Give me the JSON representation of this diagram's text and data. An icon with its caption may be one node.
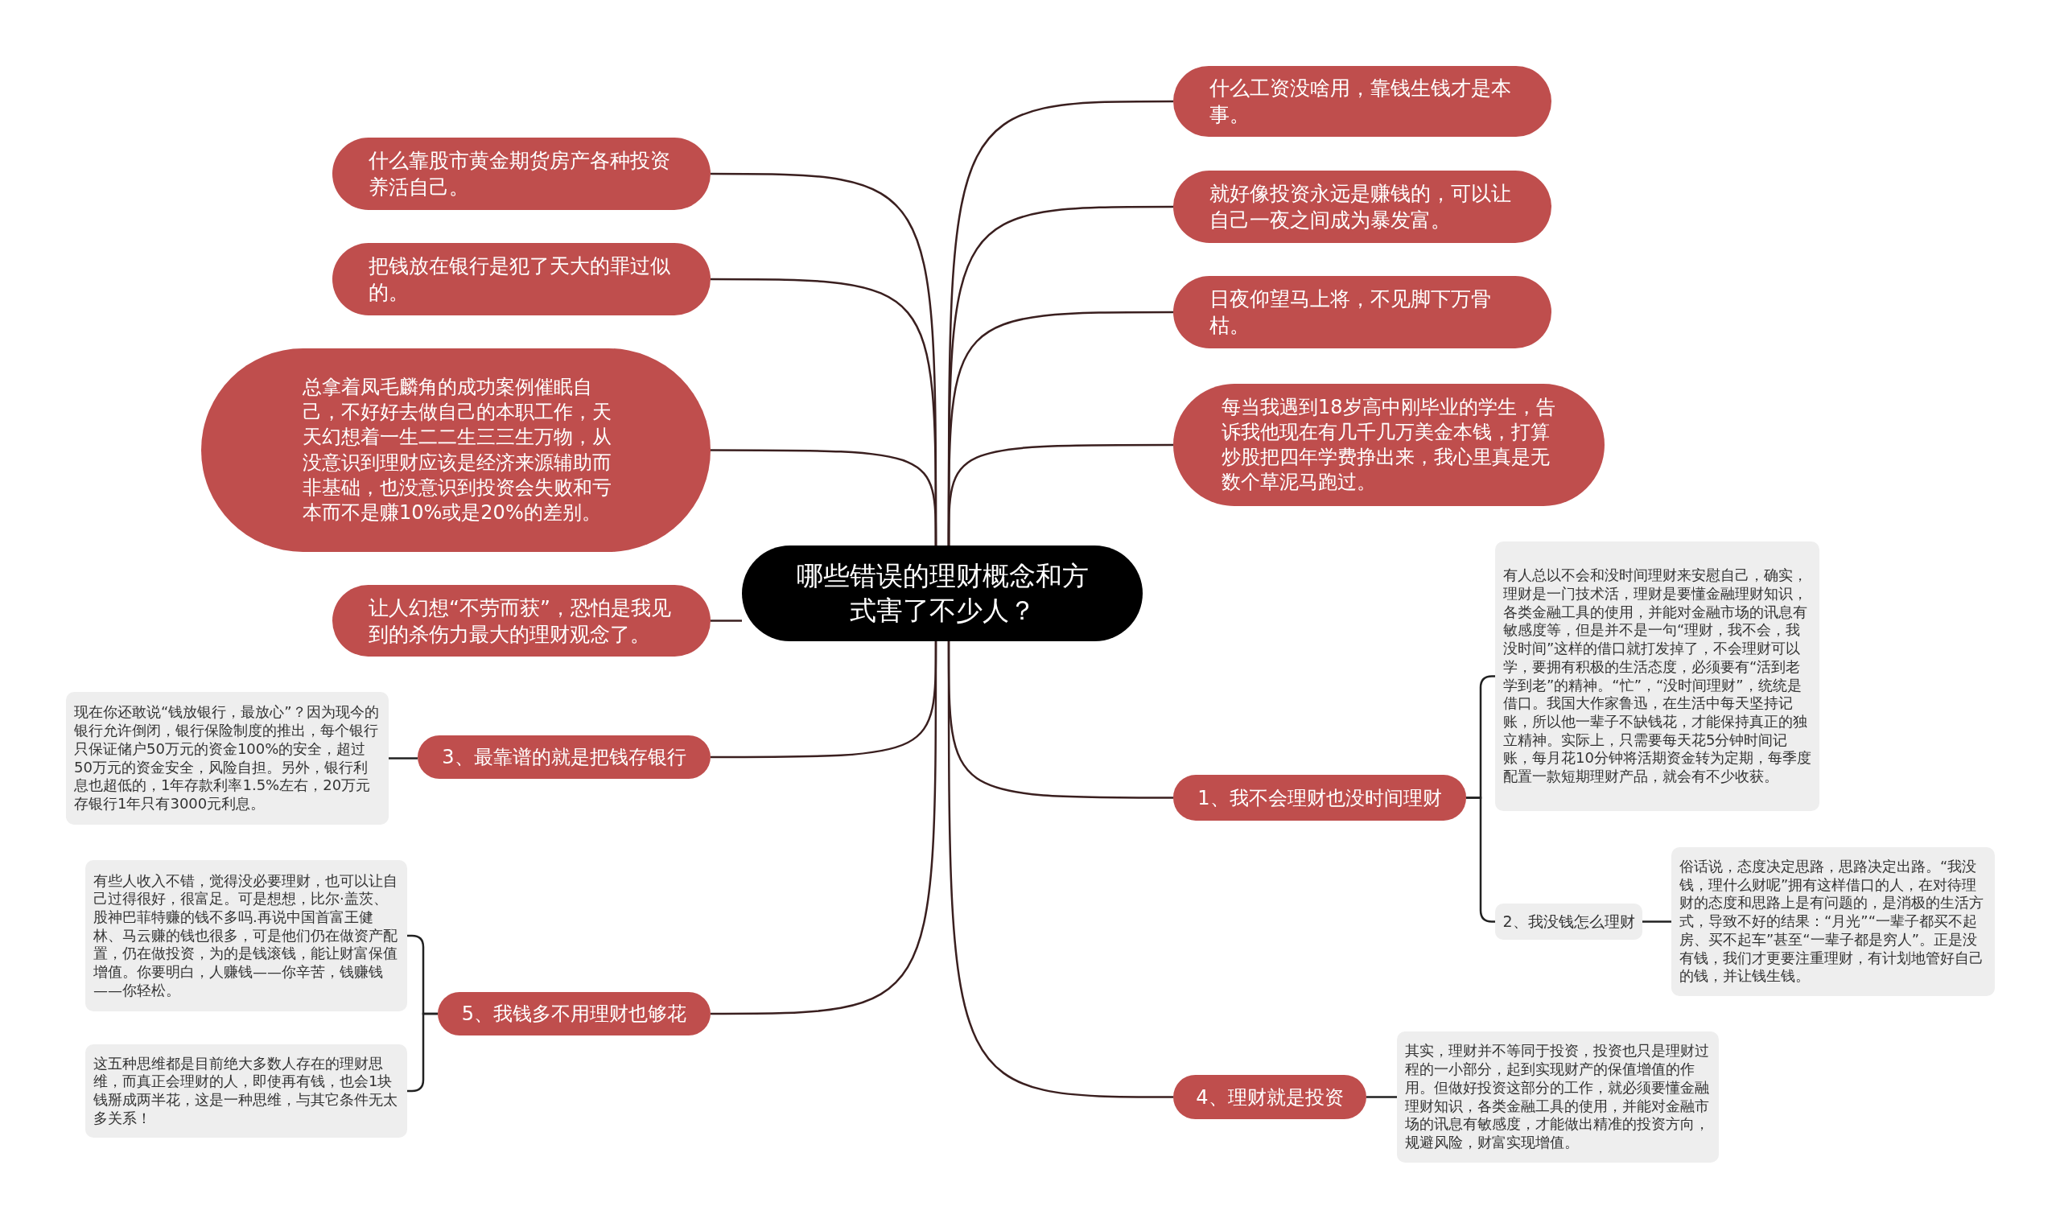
{
  "diagram": {
    "nodes": [
      {
        "text": [
          "哪些错误的理财概念和方式害了不少人？"
        ]
      },
      {
        "text": [
          "什么靠股市黄金期货房产各种投资养活自己。"
        ]
      },
      {
        "text": [
          "把钱放在银行是犯了天大的罪过似的。"
        ]
      },
      {
        "text": [
          "总拿着凤毛麟角的成功案例催眠自己，不好好去做自己的本职工作，天天幻想着一生二二生三三生万物，从没意识到理财应该是经济来源辅助而非基础，也没意识到投资会失败和亏本而不是赚10%或是20%的差别。"
        ]
      },
      {
        "text": [
          "让人幻想“不劳而获”，恐怕是我见到的杀伤力最大的理财观念了。"
        ]
      },
      {
        "text": [
          "3、最靠谱的就是把钱存银行"
        ]
      },
      {
        "text": [
          "现在你还敢说“钱放银行，最放心”？因为现今的银行允许倒闭，银行保险制度的推出，每个银行只保证储户50万元的资金100%的安全，超过50万元的资金安全，风险自担。另外，银行利息也超低的，1年存款利率1.5%左右，20万元存银行1年只有3000元利息。"
        ]
      },
      {
        "text": [
          "5、我钱多不用理财也够花"
        ]
      },
      {
        "text": [
          "有些人收入不错，觉得没必要理财，也可以让自己过得很好，很富足。可是想想，比尔·盖茨、股神巴菲特赚的钱不多吗.再说中国首富王健林、马云赚的钱也很多，可是他们仍在做资产配置，仍在做投资，为的是钱滚钱，能让财富保值增值。你要明白，人赚钱——你辛苦，钱赚钱——你轻松。"
        ]
      },
      {
        "text": [
          "这五种思维都是目前绝大多数人存在的理财思维，而真正会理财的人，即使再有钱，也会1块钱掰成两半花，这是一种思维，与其它条件无太多关系！"
        ]
      },
      {
        "text": [
          "什么工资没啥用，靠钱生钱才是本事。"
        ]
      },
      {
        "text": [
          "就好像投资永远是赚钱的，可以让自己一夜之间成为暴发富。"
        ]
      },
      {
        "text": [
          "日夜仰望马上将，不见脚下万骨枯。"
        ]
      },
      {
        "text": [
          "每当我遇到18岁高中刚毕业的学生，告诉我他现在有几千几万美金本钱，打算炒股把四年学费挣出来，我心里真是无数个草泥马跑过。"
        ]
      },
      {
        "text": [
          "1、我不会理财也没时间理财"
        ]
      },
      {
        "text": [
          "有人总以不会和没时间理财来安慰自己，确实，理财是一门技术活，理财是要懂金融理财知识，各类金融工具的使用，并能对金融市场的讯息有敏感度等，但是并不是一句“理财，我不会，我没时间”这样的借口就打发掉了，不会理财可以学，要拥有积极的生活态度，必须要有“活到老学到老”的精神。“忙”，“没时间理财”，统统是借口。我国大作家鲁迅，在生活中每天坚持记账，所以他一辈子不缺钱花，才能保持真正的独立精神。实际上，只需要每天花5分钟时间记账，每月花10分钟将活期资金转为定期，每季度配置一款短期理财产品，就会有不少收获。"
        ]
      },
      {
        "text": [
          "2、我没钱怎么理财"
        ]
      },
      {
        "text": [
          "俗话说，态度决定思路，思路决定出路。“我没钱，理什么财呢”拥有这样借口的人，在对待理财的态度和思路上是有问题的，是消极的生活方式，导致不好的结果：“月光”“一辈子都买不起房、买不起车”甚至“一辈子都是穷人”。正是没有钱，我们才更要注重理财，有计划地管好自己的钱，并让钱生钱。"
        ]
      },
      {
        "text": [
          "4、理财就是投资"
        ]
      },
      {
        "text": [
          "其实，理财并不等同于投资，投资也只是理财过程的一小部分，起到实现财产的保值增值的作用。但做好投资这部分的工作，就必须要懂金融理财知识，各类金融工具的使用，并能对金融市场的讯息有敏感度，才能做出精准的投资方向，规避风险，财富实现增值。"
        ]
      }
    ],
    "edges": [
      {
        "from": 0,
        "to": 1,
        "arrow": "none"
      },
      {
        "from": 0,
        "to": 2,
        "arrow": "none"
      },
      {
        "from": 0,
        "to": 3,
        "arrow": "none"
      },
      {
        "from": 0,
        "to": 4,
        "arrow": "none"
      },
      {
        "from": 0,
        "to": 5,
        "arrow": "none"
      },
      {
        "from": 5,
        "to": 6,
        "arrow": "none"
      },
      {
        "from": 0,
        "to": 7,
        "arrow": "none"
      },
      {
        "from": 7,
        "to": 8,
        "arrow": "none"
      },
      {
        "from": 7,
        "to": 9,
        "arrow": "none"
      },
      {
        "from": 0,
        "to": 10,
        "arrow": "none"
      },
      {
        "from": 0,
        "to": 11,
        "arrow": "none"
      },
      {
        "from": 0,
        "to": 12,
        "arrow": "none"
      },
      {
        "from": 0,
        "to": 13,
        "arrow": "none"
      },
      {
        "from": 0,
        "to": 14,
        "arrow": "none"
      },
      {
        "from": 14,
        "to": 15,
        "arrow": "none"
      },
      {
        "from": 14,
        "to": 16,
        "arrow": "none"
      },
      {
        "from": 16,
        "to": 17,
        "arrow": "none"
      },
      {
        "from": 0,
        "to": 18,
        "arrow": "none"
      },
      {
        "from": 18,
        "to": 19,
        "arrow": "none"
      }
    ]
  }
}
